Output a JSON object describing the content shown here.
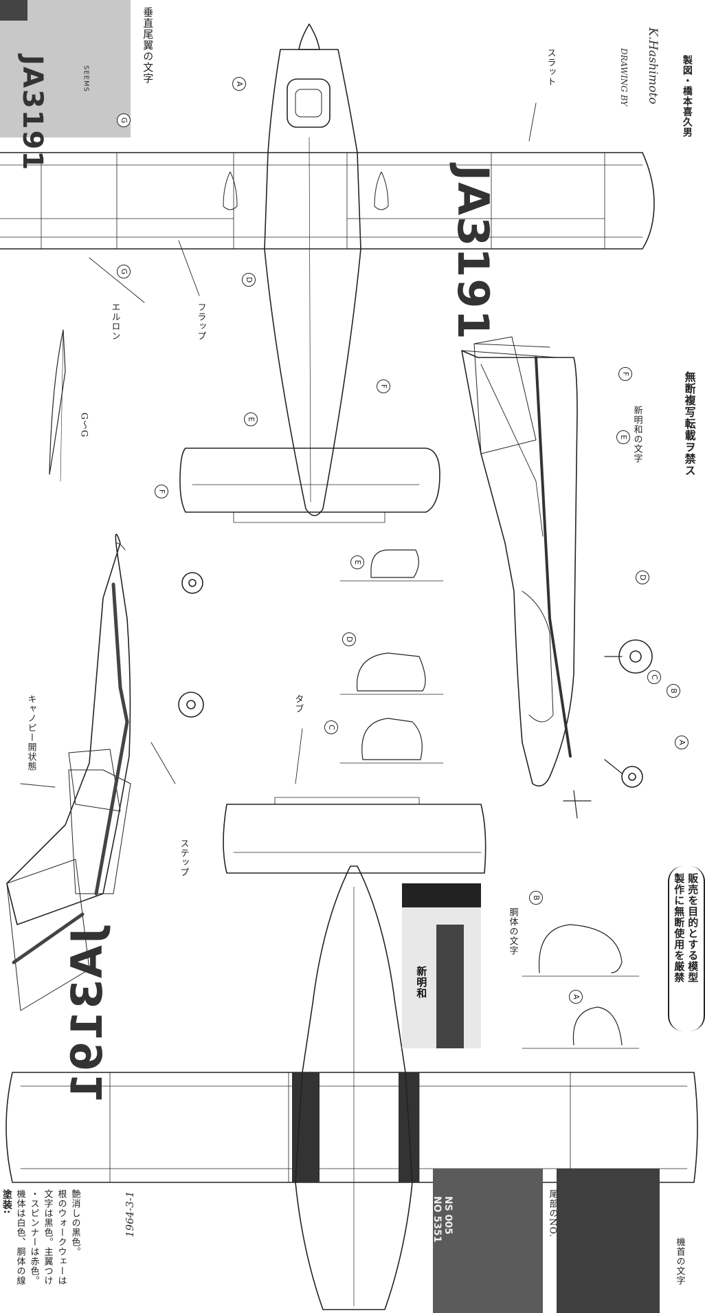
{
  "registration": "JA3191",
  "labels": {
    "slat": "スラット",
    "aileron": "エルロン",
    "flap": "フラップ",
    "tab": "タブ",
    "step": "ステップ",
    "canopy_open": "キャノピー開状態",
    "vertical_tail_text": "垂直尾翼の文字",
    "shinmeiwa_text": "新明和の文字",
    "fuselage_text": "胴体の文字",
    "tail_no": "尾部のNO.",
    "nose_text": "機首の文字",
    "section_gg": "G〜G"
  },
  "circle_marks": {
    "a": "A",
    "b": "B",
    "c": "C",
    "d": "D",
    "e": "E",
    "f": "F",
    "g": "G"
  },
  "credits": {
    "drawing_by_label": "DRAWING BY",
    "drawing_by_name": "K.Hashimoto",
    "drawn_by_jp": "製図・橋本喜久男",
    "no_reproduction": "無断複写転載ヲ禁ス",
    "sale_notice_line1": "販売を目的とする模型",
    "sale_notice_line2": "製作に無断使用を厳禁"
  },
  "paint_notes": {
    "title": "塗装:",
    "lines": [
      "機体は白色、胴体の線",
      "・スピンナーは赤色。",
      "文字は黒色。主翼つけ",
      "根のウォークウェーは",
      "艶消しの黒色。"
    ]
  },
  "photo_texts": {
    "shinmeiwa": "新明和",
    "tail_number": "NS 005\nNO 5351",
    "seems": "SEEMS"
  },
  "date": "1964-3-1"
}
